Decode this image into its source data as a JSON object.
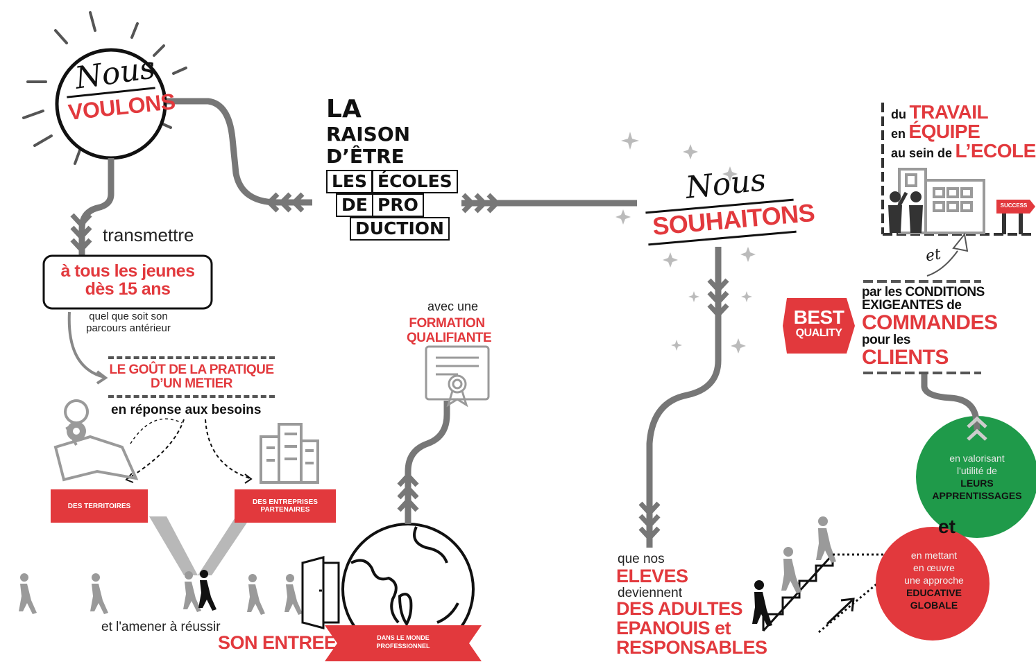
{
  "palette": {
    "red": "#e2393d",
    "green": "#1f9a4a",
    "grey": "#6f6f6f",
    "dark": "#111111"
  },
  "voulons": {
    "script": "Nous",
    "main": "VOULONS"
  },
  "title": {
    "l1": "LA",
    "l2": "RAISON",
    "l3": "D’ÊTRE",
    "b1": "LES",
    "b2": "ÉCOLES",
    "b3": "DE",
    "b4": "PRO",
    "b5": "DUCTION"
  },
  "souhaitons": {
    "script": "Nous",
    "main": "SOUHAITONS"
  },
  "left": {
    "transmettre": "transmettre",
    "jeunes_l1": "à tous les jeunes",
    "jeunes_l2": "dès 15 ans",
    "parcours_l1": "quel que soit son",
    "parcours_l2": "parcours antérieur",
    "gout_l1": "LE GOÛT DE LA PRATIQUE",
    "gout_l2": "D’UN METIER",
    "reponse": "en réponse aux besoins",
    "territoires": "DES TERRITOIRES",
    "entreprises_l1": "DES ENTREPRISES",
    "entreprises_l2": "PARTENAIRES",
    "amener": "et l'amener à réussir",
    "entree": "SON ENTREE",
    "monde_l1": "DANS LE MONDE",
    "monde_l2": "PROFESSIONNEL"
  },
  "middle": {
    "avec": "avec une",
    "formation_l1": "FORMATION",
    "formation_l2": "QUALIFIANTE"
  },
  "right": {
    "que_nos": "que nos",
    "eleves": "ELEVES",
    "deviennent": "deviennent",
    "adultes_l1": "DES ADULTES",
    "adultes_l2": "EPANOUIS et",
    "adultes_l3": "RESPONSABLES",
    "travail_du": "du",
    "travail": "TRAVAIL",
    "equipe_en": "en",
    "equipe": "ÉQUIPE",
    "ecole_au": "au sein de",
    "ecole": "L’ECOLE",
    "success": "SUCCESS",
    "et1": "et",
    "cond_l1": "par les CONDITIONS",
    "cond_l2": "EXIGEANTES de",
    "commandes": "COMMANDES",
    "pour_les": "pour les",
    "clients": "CLIENTS",
    "best": "BEST",
    "quality": "QUALITY",
    "green_l1": "en valorisant",
    "green_l2": "l'utilité de",
    "green_l3": "LEURS",
    "green_l4": "APPRENTISSAGES",
    "et2": "et",
    "red_l1": "en mettant",
    "red_l2": "en œuvre",
    "red_l3": "une approche",
    "red_l4": "EDUCATIVE",
    "red_l5": "GLOBALE"
  }
}
